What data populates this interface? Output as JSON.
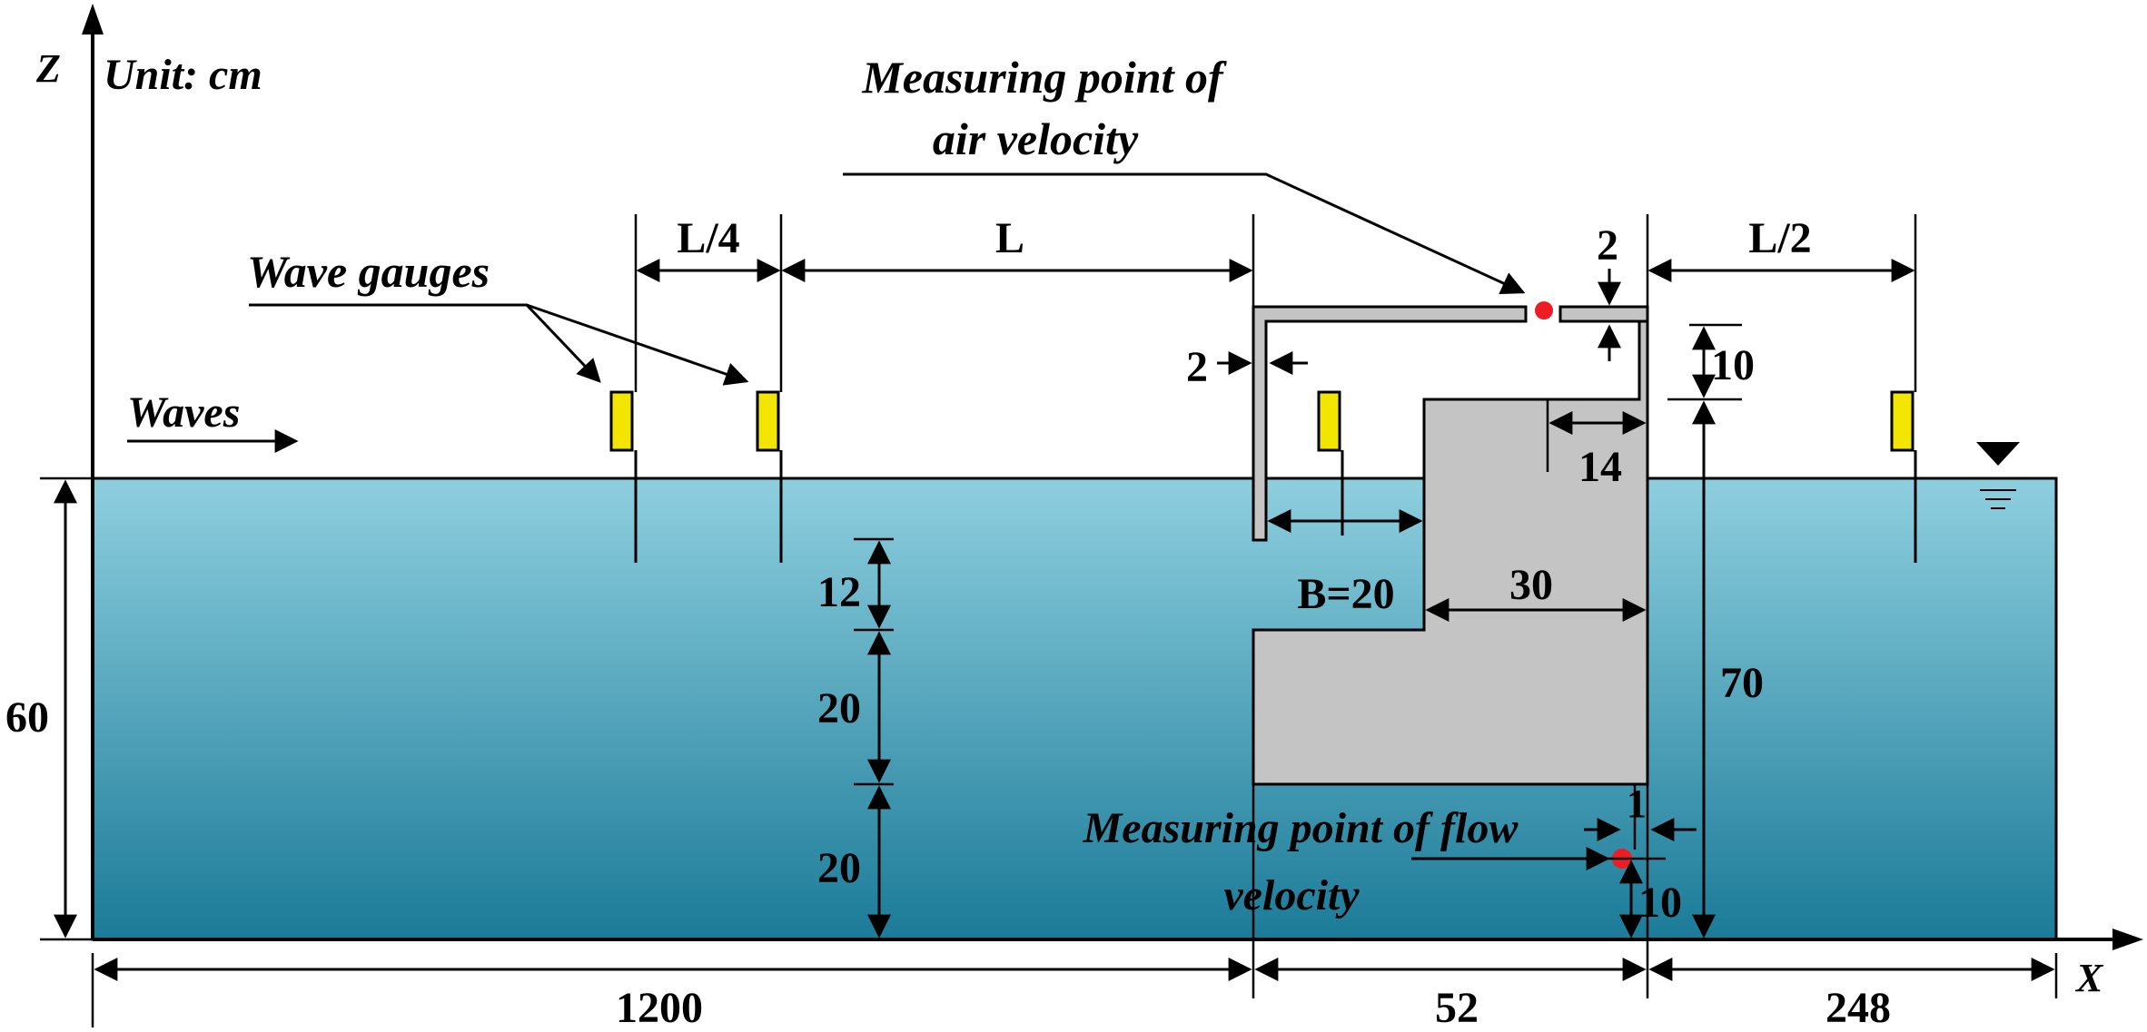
{
  "axes": {
    "z_label": "Z",
    "x_label": "X"
  },
  "unit_text": "Unit: cm",
  "annotations": {
    "measuring_air_line1": "Measuring point of",
    "measuring_air_line2": "air velocity",
    "wave_gauges": "Wave gauges",
    "waves": "Waves",
    "measuring_flow_line1": "Measuring point of flow",
    "measuring_flow_line2": "velocity"
  },
  "dimensions": {
    "L_quarter": "L/4",
    "L": "L",
    "L_half": "L/2",
    "top_wall_thickness": "2",
    "front_wall_thickness": "2",
    "gap_height": "10",
    "lip_length": "14",
    "chamber_width": "B=20",
    "caisson_width": "30",
    "water_depth": "60",
    "structure_height": "70",
    "depth_12": "12",
    "depth_20_upper": "20",
    "depth_20_lower": "20",
    "probe_offset": "1",
    "probe_height": "10",
    "length_1200": "1200",
    "length_52": "52",
    "length_248": "248"
  },
  "colors": {
    "water_top": "#8ecfdf",
    "water_bottom": "#1b7b98",
    "structure": "#c4c4c4",
    "gauge": "#f2e600",
    "measuring_point": "#ee1c24"
  }
}
